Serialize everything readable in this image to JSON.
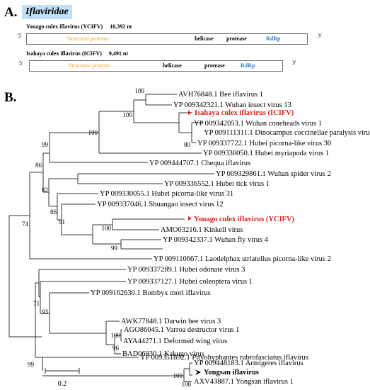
{
  "panel_a": {
    "label": "A.",
    "family": "Iflaviridae",
    "genomes": [
      {
        "title": "Yonago culex iflavirus (YCIFV)",
        "length": "10,392 nt",
        "five_prime": "5′",
        "three_prime": "3′",
        "genes": [
          "Structural proteins",
          "helicase",
          "protease",
          "RdRp"
        ]
      },
      {
        "title": "Isahaya culex iflavirus (ICIFV)",
        "length": "9,491 nt",
        "five_prime": "5′",
        "three_prime": "3′",
        "genes": [
          "Structural proteins",
          "helicase",
          "protease",
          "RdRp"
        ]
      }
    ]
  },
  "panel_b": {
    "label": "B.",
    "tips": [
      {
        "label": "AVH76848.1 Bee iflavirus 1",
        "style": "normal"
      },
      {
        "label": "YP 009342321.1 Wuhan insect virus 13",
        "style": "normal"
      },
      {
        "label": "Isahaya culex iflavirus (ICIFV)",
        "style": "red"
      },
      {
        "label": "YP 009342053.1 Wuhan coneheads virus 1",
        "style": "normal"
      },
      {
        "label": "YP 009111311.1 Dinocampus coccinellae paralysis virus",
        "style": "normal"
      },
      {
        "label": "YP 009337722.1 Hubei picorna-like virus 30",
        "style": "normal"
      },
      {
        "label": "YP 009330050.1 Hubei myriapoda virus 1",
        "style": "normal"
      },
      {
        "label": "YP 009444707.1 Chequa iflavirus",
        "style": "normal"
      },
      {
        "label": "YP 009329861.1 Wuhan spider virus 2",
        "style": "normal"
      },
      {
        "label": "YP 009336552.1 Hubei tick virus 1",
        "style": "normal"
      },
      {
        "label": "YP 009330055.1 Hubei picorna-like virus 31",
        "style": "normal"
      },
      {
        "label": "YP 009337046.1 Shuangao insect virus 12",
        "style": "normal"
      },
      {
        "label": "Yonago culex iflavirus (YCIFV)",
        "style": "red"
      },
      {
        "label": "AMO03216.1 Kinkell virus",
        "style": "normal"
      },
      {
        "label": "YP 009342337.1 Wuhan fly virus 4",
        "style": "normal"
      },
      {
        "label": "YP 009110667.1 Laodelphax striatellus picorna-like virus 2",
        "style": "normal"
      },
      {
        "label": "YP 009337289.1 Hubei odonate virus 3",
        "style": "normal"
      },
      {
        "label": "YP 009337127.1 Hubei coleoptera virus 1",
        "style": "normal"
      },
      {
        "label": "YP 009162630.1 Bombyx mori iflavirus",
        "style": "normal"
      },
      {
        "label": "AWK77848.1 Darwin bee virus 3",
        "style": "normal"
      },
      {
        "label": "AGO86045.1 Varroa destructor virus 1",
        "style": "normal"
      },
      {
        "label": "AYA44271.1 Deformed wing virus",
        "style": "normal"
      },
      {
        "label": "BAD06930.1 Kakugo virus",
        "style": "normal"
      },
      {
        "label": "YP 009351892.1 Pityohyphantes rubrofasciatus iflavirus",
        "style": "normal"
      },
      {
        "label": "YP 009448183.1 Armigeres iflavirus",
        "style": "normal"
      },
      {
        "label": "Yongsan iflavirus",
        "style": "bold"
      },
      {
        "label": "AXV43887.1 Yongsan iflavirus 1",
        "style": "normal"
      }
    ],
    "bootstrap": [
      "100",
      "100",
      "100",
      "80",
      "99",
      "86",
      "82",
      "86",
      "91",
      "100",
      "99",
      "74",
      "71",
      "93",
      "100",
      "96",
      "99",
      "100",
      "100"
    ],
    "scale_bar": "0.2"
  }
}
